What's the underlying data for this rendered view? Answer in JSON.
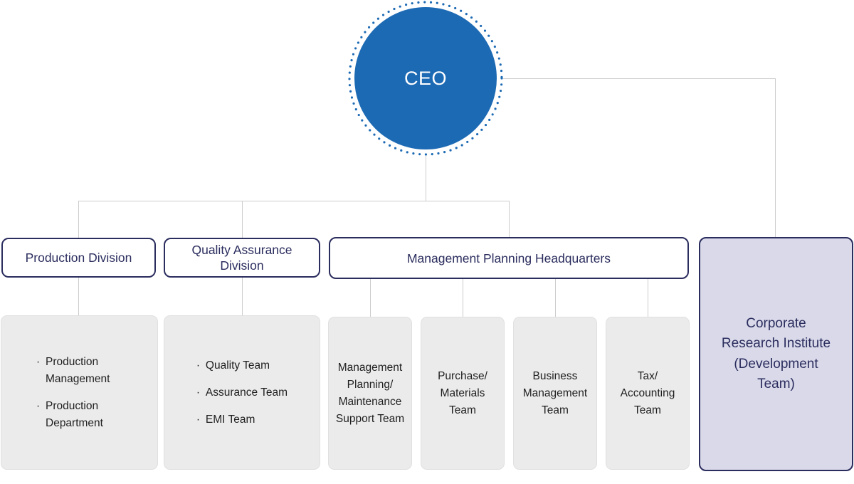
{
  "org": {
    "ceo": {
      "label": "CEO"
    },
    "divisions": [
      {
        "name": "production-division",
        "lines": [
          "Production Division"
        ]
      },
      {
        "name": "quality-assurance-division",
        "lines": [
          "Quality Assurance",
          "Division"
        ]
      },
      {
        "name": "management-planning-headquarters",
        "lines": [
          "Management Planning Headquarters"
        ]
      },
      {
        "name": "corporate-research-institute",
        "label": "Corporate Research Institute (Development Team)",
        "lines": [
          "Corporate",
          "Research Institute",
          "(Development",
          "Team)"
        ]
      }
    ],
    "bullet": "·",
    "team_groups": [
      {
        "parent": "production-division",
        "style": "bulleted",
        "items": [
          "Production Management",
          "Production Department"
        ]
      },
      {
        "parent": "quality-assurance-division",
        "style": "bulleted",
        "items": [
          "Quality Team",
          "Assurance Team",
          "EMI Team"
        ]
      },
      {
        "parent": "management-planning-headquarters",
        "style": "centered",
        "teams": [
          {
            "label": "Management Planning/ Maintenance Support Team",
            "lines": [
              "Management",
              "Planning/",
              "Maintenance",
              "Support Team"
            ]
          },
          {
            "label": "Purchase/ Materials Team",
            "lines": [
              "Purchase/",
              "Materials",
              "Team"
            ]
          },
          {
            "label": "Business Management Team",
            "lines": [
              "Business",
              "Management",
              "Team"
            ]
          },
          {
            "label": "Tax/ Accounting Team",
            "lines": [
              "Tax/",
              "Accounting",
              "Team"
            ]
          }
        ]
      }
    ]
  },
  "colors": {
    "ceo_blue": "#1d6ab4",
    "navy": "#2b2d5e",
    "institute_lavender": "#d9d9ea",
    "team_gray": "#ebebeb",
    "connector_gray": "#cccccc",
    "team_text": "#1f1f1f",
    "background": "#ffffff"
  }
}
